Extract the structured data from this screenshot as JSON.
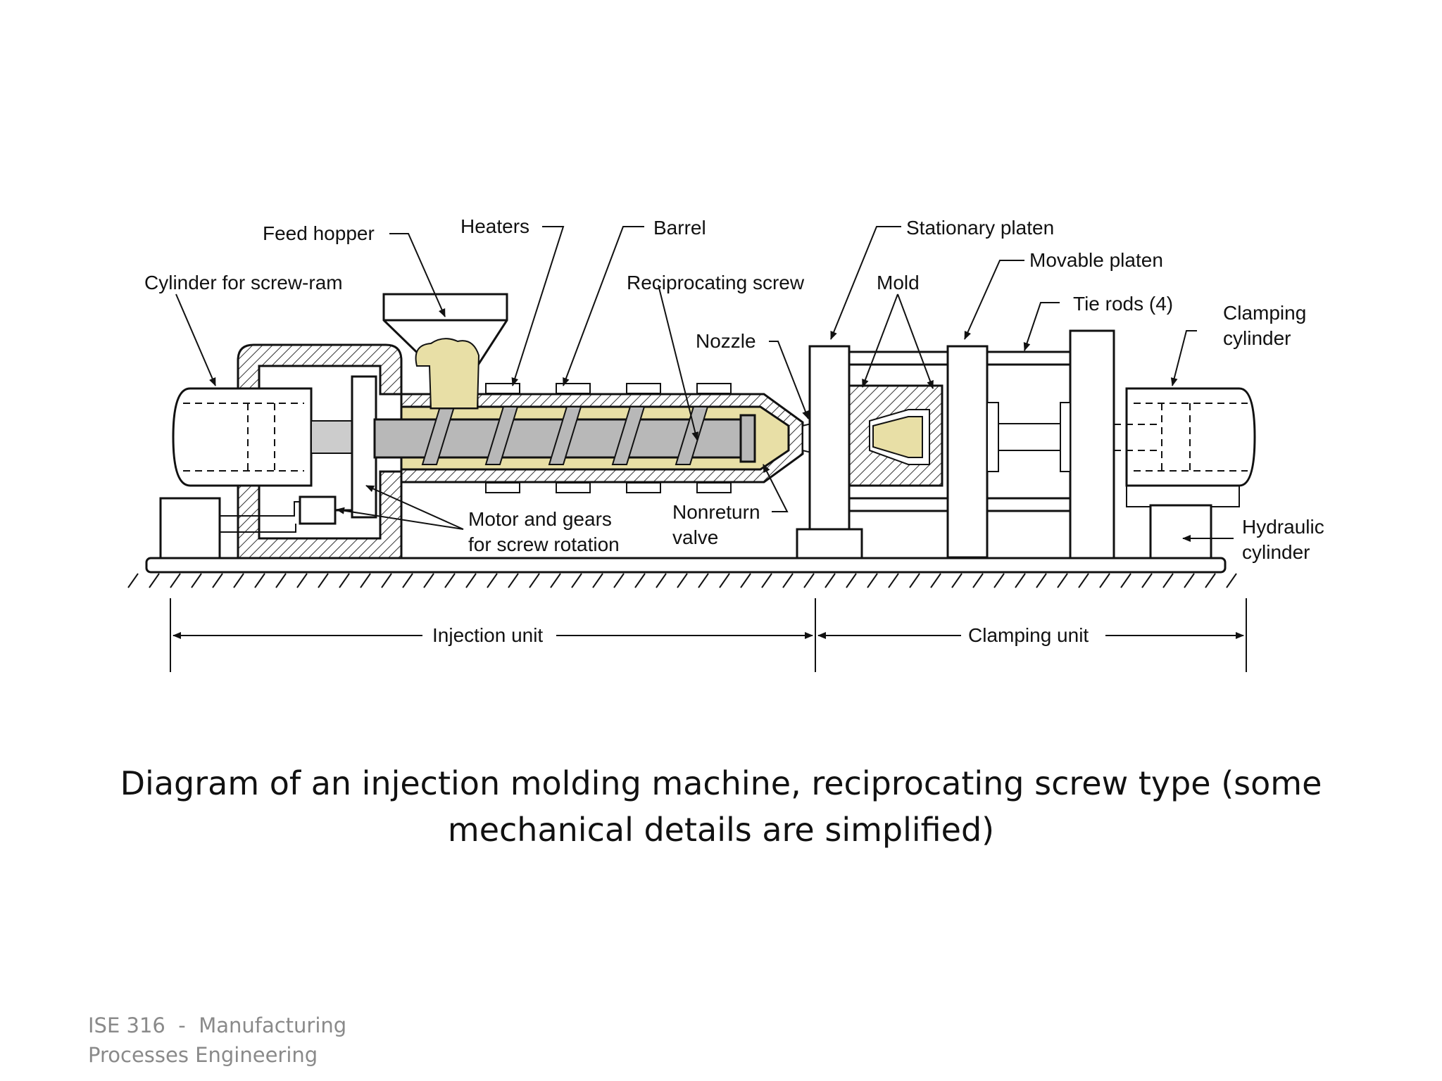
{
  "diagram": {
    "labels": {
      "feed_hopper": "Feed hopper",
      "heaters": "Heaters",
      "barrel": "Barrel",
      "stationary_platen": "Stationary platen",
      "movable_platen": "Movable platen",
      "cylinder_screw_ram": "Cylinder for screw-ram",
      "reciprocating_screw": "Reciprocating screw",
      "mold": "Mold",
      "tie_rods": "Tie rods (4)",
      "clamping_cylinder_1": "Clamping",
      "clamping_cylinder_2": "cylinder",
      "nozzle": "Nozzle",
      "motor_gears_1": "Motor and gears",
      "motor_gears_2": "for screw rotation",
      "nonreturn_valve_1": "Nonreturn",
      "nonreturn_valve_2": "valve",
      "hydraulic_cylinder_1": "Hydraulic",
      "hydraulic_cylinder_2": "cylinder",
      "injection_unit": "Injection unit",
      "clamping_unit": "Clamping unit"
    },
    "colors": {
      "ink": "#111111",
      "plastic": "#e8dfa6",
      "screw_gray": "#b8b8b8",
      "hatch": "#333333"
    }
  },
  "caption": {
    "line1": "Diagram of an injection molding machine, reciprocating screw type (some",
    "line2": "mechanical details are simplified)"
  },
  "footer": {
    "line1": "ISE 316  -  Manufacturing",
    "line2": "Processes Engineering"
  }
}
